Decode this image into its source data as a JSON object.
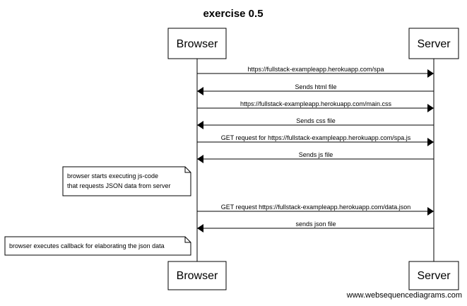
{
  "title": "exercise 0.5",
  "participants": {
    "browser": "Browser",
    "server": "Server"
  },
  "messages": [
    {
      "from": "browser",
      "to": "server",
      "text": "https://fullstack-exampleapp.herokuapp.com/spa"
    },
    {
      "from": "server",
      "to": "browser",
      "text": "Sends html file"
    },
    {
      "from": "browser",
      "to": "server",
      "text": "https://fullstack-exampleapp.herokuapp.com/main.css"
    },
    {
      "from": "server",
      "to": "browser",
      "text": "Sends css file"
    },
    {
      "from": "browser",
      "to": "server",
      "text": "GET request for https://fullstack-exampleapp.herokuapp.com/spa.js"
    },
    {
      "from": "server",
      "to": "browser",
      "text": "Sends js file"
    },
    {
      "from": "browser",
      "to": "server",
      "text": "GET request https://fullstack-exampleapp.herokuapp.com/data.json"
    },
    {
      "from": "server",
      "to": "browser",
      "text": "sends json file"
    }
  ],
  "notes": [
    {
      "lines": [
        "browser starts executing js-code",
        "that requests JSON data from server"
      ]
    },
    {
      "lines": [
        "browser executes callback for elaborating the json data"
      ]
    }
  ],
  "credit": "www.websequencediagrams.com"
}
